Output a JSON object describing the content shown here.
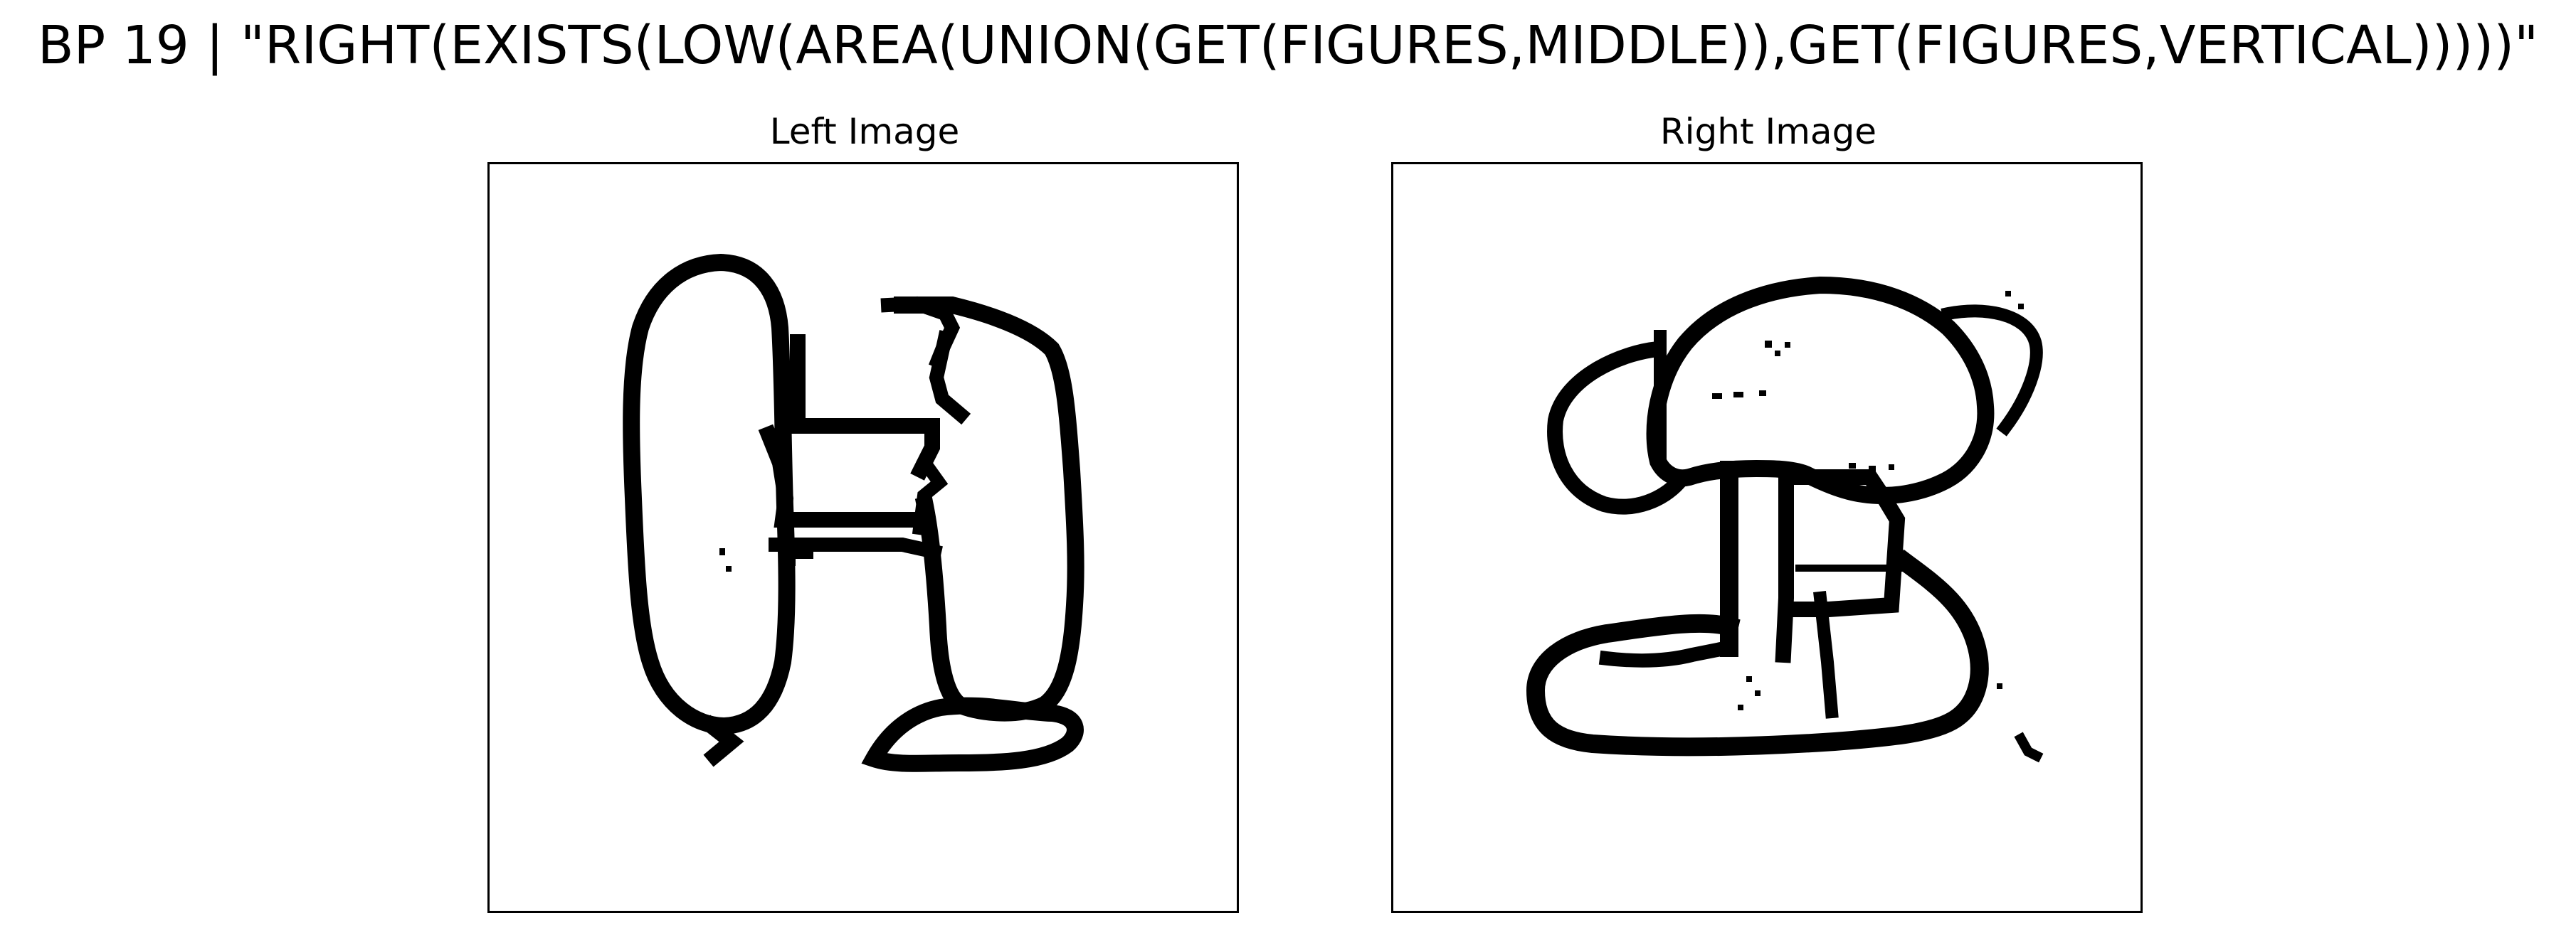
{
  "header": {
    "title": "BP 19 | \"RIGHT(EXISTS(LOW(AREA(UNION(GET(FIGURES,MIDDLE)),GET(FIGURES,VERTICAL)))))\""
  },
  "panels": {
    "left": {
      "title": "Left Image"
    },
    "right": {
      "title": "Right Image"
    }
  },
  "colors": {
    "ink": "#000000",
    "background": "#ffffff",
    "frame": "#000000"
  }
}
